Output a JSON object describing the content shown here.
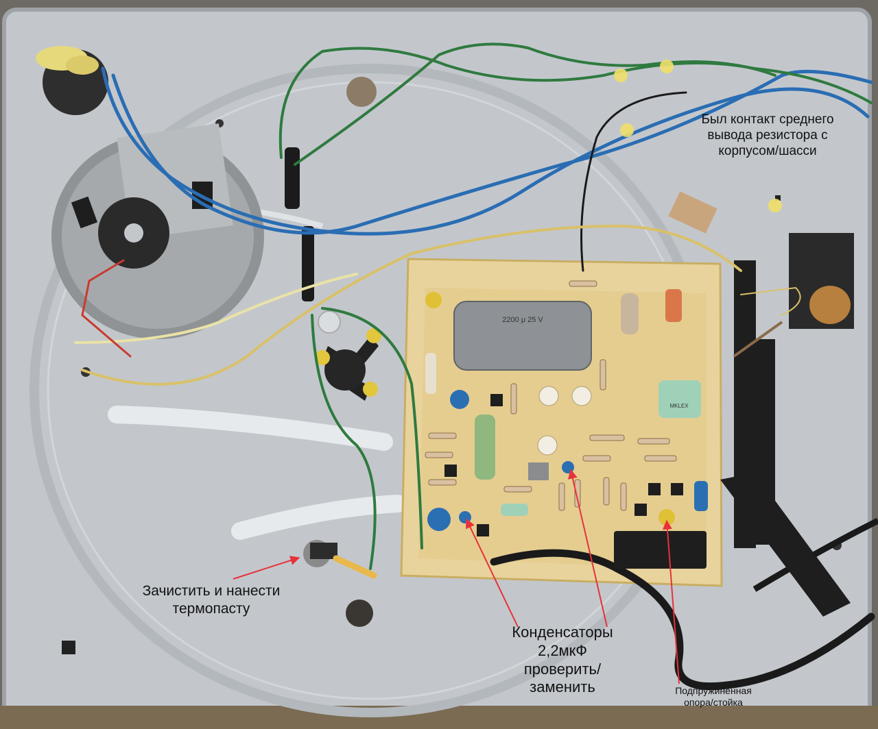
{
  "annotations": {
    "resistor_note": "Был контакт среднего\nвывода резистора с\nкорпусом/шасси",
    "thermal_note": "Зачистить и нанести\nтермопасту",
    "capacitor_note": "Конденсаторы\n2,2мкФ\nпроверить/\nзаменить",
    "spring_note": "Подпружиненная\nопора/стойка"
  },
  "board_markings": {
    "main_capacitor": "2200 μ 25 V",
    "film_capacitor": "MKLEX"
  },
  "colors": {
    "chassis": "#c3c7cc",
    "pcb": "#e8d39c",
    "annotation_arrow": "#e8313a",
    "wire_blue": "#2a6db3",
    "wire_green": "#2f7a3f",
    "wire_yellow": "#d9c168"
  }
}
